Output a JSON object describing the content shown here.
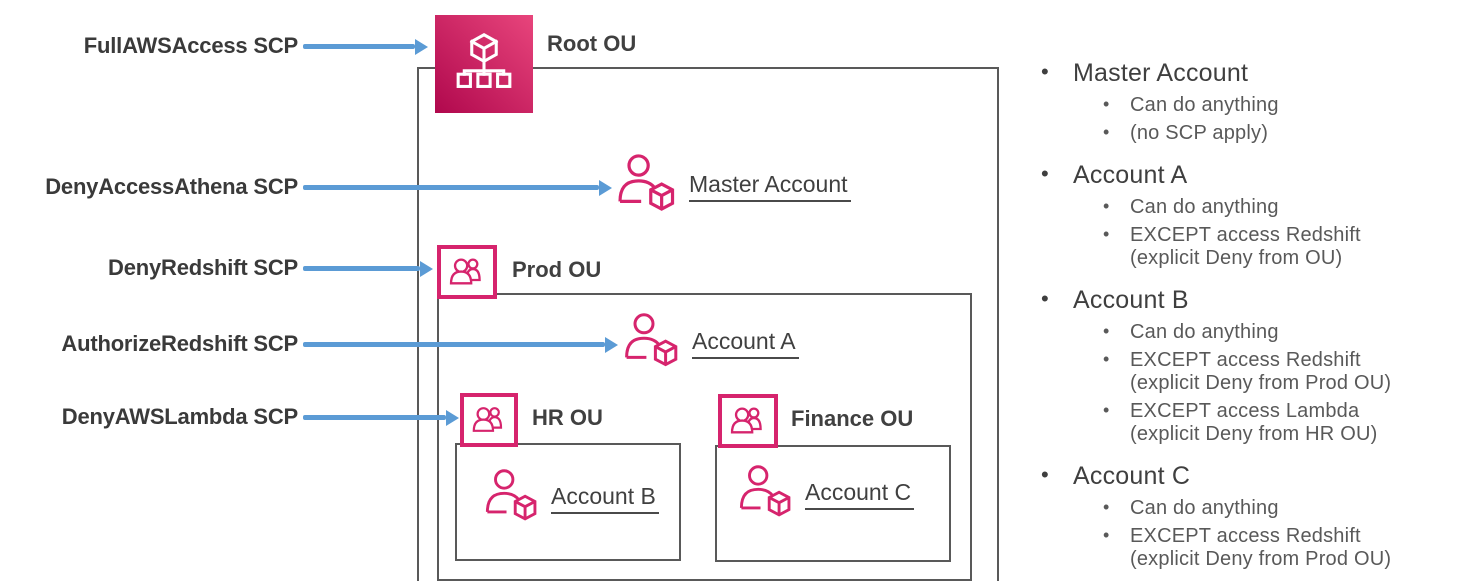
{
  "scp_labels": [
    {
      "text": "FullAWSAccess SCP"
    },
    {
      "text": "DenyAccessAthena SCP"
    },
    {
      "text": "DenyRedshift SCP"
    },
    {
      "text": "AuthorizeRedshift SCP"
    },
    {
      "text": "DenyAWSLambda SCP"
    }
  ],
  "diagram": {
    "root_ou": {
      "label": "Root OU"
    },
    "master_account": {
      "label": "Master Account"
    },
    "prod_ou": {
      "label": "Prod OU"
    },
    "account_a": {
      "label": "Account A"
    },
    "hr_ou": {
      "label": "HR OU"
    },
    "account_b": {
      "label": "Account B"
    },
    "finance_ou": {
      "label": "Finance OU"
    },
    "account_c": {
      "label": "Account C"
    }
  },
  "notes": [
    {
      "title": "Master Account",
      "items": [
        {
          "text": "Can do anything"
        },
        {
          "text": "(no SCP apply)"
        }
      ]
    },
    {
      "title": "Account A",
      "items": [
        {
          "text": "Can do anything"
        },
        {
          "text": "EXCEPT access Redshift",
          "note": "(explicit Deny from OU)"
        }
      ]
    },
    {
      "title": "Account B",
      "items": [
        {
          "text": "Can do anything"
        },
        {
          "text": "EXCEPT access Redshift",
          "note": "(explicit Deny from Prod OU)"
        },
        {
          "text": "EXCEPT access Lambda",
          "note": "(explicit Deny from HR OU)"
        }
      ]
    },
    {
      "title": "Account C",
      "items": [
        {
          "text": "Can do anything"
        },
        {
          "text": "EXCEPT access Redshift",
          "note": "(explicit Deny from Prod OU)"
        }
      ]
    }
  ],
  "colors": {
    "accent_pink": "#d6246d",
    "arrow_blue": "#5b9bd5",
    "box_border": "#595959",
    "text_dark": "#3f3f3f",
    "text_gray": "#595959"
  }
}
